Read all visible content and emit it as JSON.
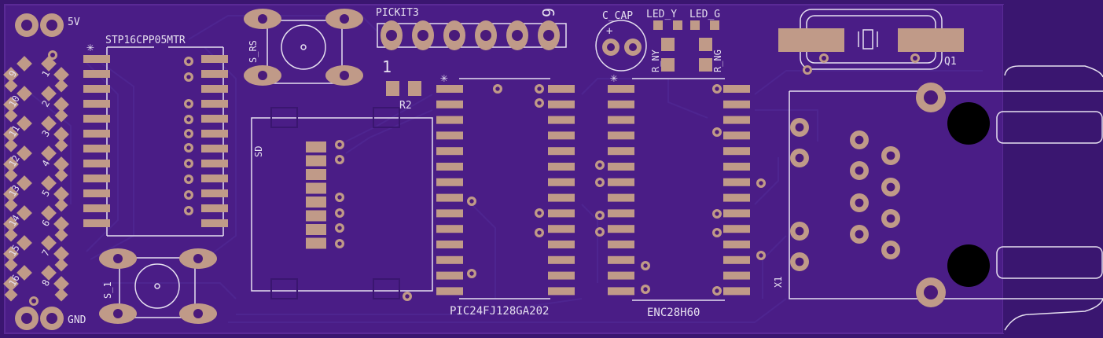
{
  "board": {
    "colors": {
      "background": "#3a1670",
      "soldermask": "#4a1d86",
      "copper_pad": "#c09a88",
      "silkscreen": "#e6e0f0",
      "trace": "#4e2590"
    }
  },
  "labels": {
    "power_5v": "5V",
    "ground": "GND",
    "driver_ic": "STP16CPP05MTR",
    "reset_switch": "S_RS",
    "programmer_header": "PICKIT3",
    "header_pin1": "1",
    "header_pin6": "6",
    "capacitor": "C_CAP",
    "led_yellow": "LED_Y",
    "led_green": "LED_G",
    "resistor_ny": "R_NY",
    "resistor_ng": "R_NG",
    "crystal": "Q1",
    "resistor_r2": "R2",
    "sd_card": "SD",
    "microcontroller": "PIC24FJ128GA202",
    "ethernet_controller": "ENC28H60",
    "rj45_jack": "X1",
    "switch_s1": "S_1",
    "capacitor_plus": "+",
    "ic_pin1_marker": "✳",
    "led_numbers": [
      "9",
      "1",
      "10",
      "2",
      "11",
      "3",
      "12",
      "4",
      "13",
      "5",
      "14",
      "6",
      "15",
      "7",
      "16",
      "8"
    ]
  }
}
